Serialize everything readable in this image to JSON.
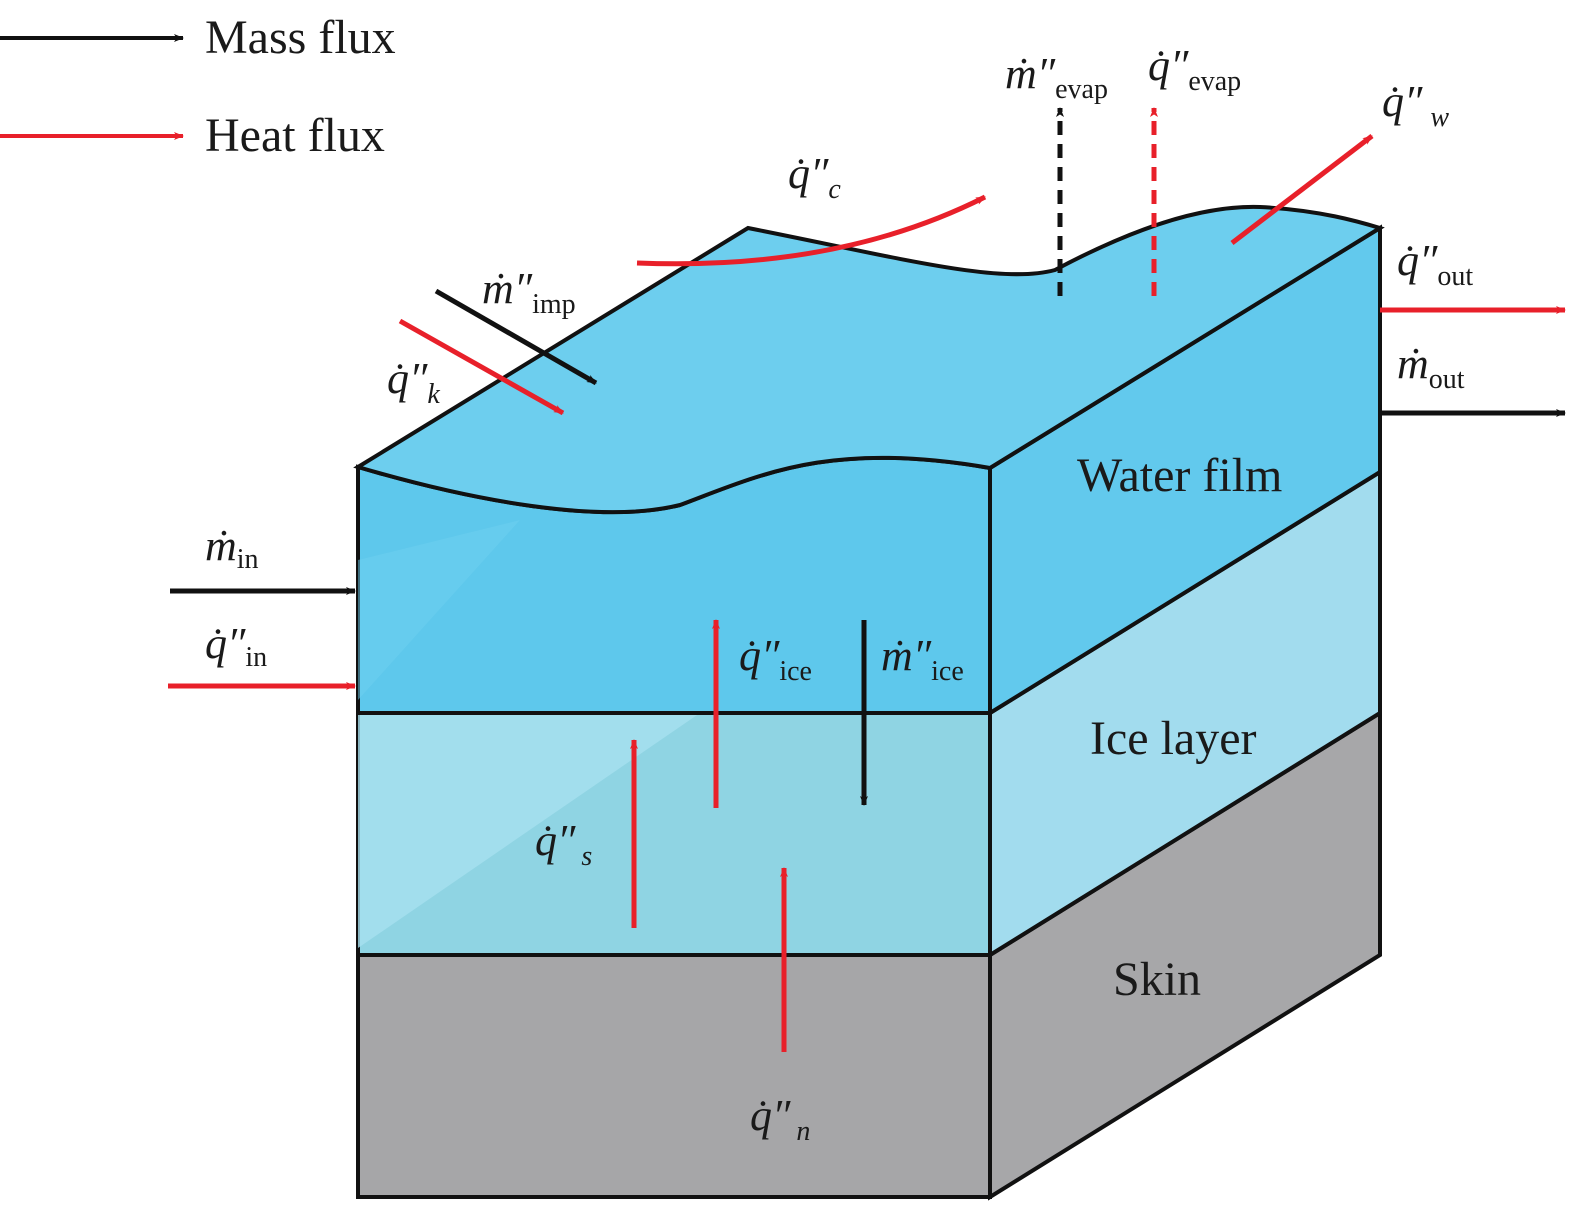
{
  "legend": {
    "mass_flux_label": "Mass flux",
    "heat_flux_label": "Heat flux",
    "mass_color": "#111111",
    "heat_color": "#e8202a"
  },
  "layers": {
    "water_film": "Water film",
    "ice_layer": "Ice layer",
    "skin": "Skin",
    "water_color": "#5ec8ec",
    "water_side_color": "#62c9ed",
    "ice_color": "#8fd4e3",
    "ice_side_color": "#a2dcee",
    "skin_color": "#a6a6a8",
    "skin_side_color": "#a7a7a9"
  },
  "fluxes": {
    "m_in": {
      "sym": "ṁ",
      "prime": "",
      "sub": "in"
    },
    "q_in": {
      "sym": "q̇",
      "prime": "″",
      "sub": "in"
    },
    "m_imp": {
      "sym": "ṁ",
      "prime": "″",
      "sub": "imp"
    },
    "q_k": {
      "sym": "q̇",
      "prime": "″",
      "sub": "k"
    },
    "q_c": {
      "sym": "q̇",
      "prime": "″",
      "sub": "c"
    },
    "m_evap": {
      "sym": "ṁ",
      "prime": "″",
      "sub": "evap"
    },
    "q_evap": {
      "sym": "q̇",
      "prime": "″",
      "sub": "evap"
    },
    "q_w": {
      "sym": "q̇",
      "prime": "″",
      "sub": "w"
    },
    "q_out": {
      "sym": "q̇",
      "prime": "″",
      "sub": "out"
    },
    "m_out": {
      "sym": "ṁ",
      "prime": "",
      "sub": "out"
    },
    "q_ice": {
      "sym": "q̇",
      "prime": "″",
      "sub": "ice"
    },
    "m_ice": {
      "sym": "ṁ",
      "prime": "″",
      "sub": "ice"
    },
    "q_s": {
      "sym": "q̇",
      "prime": "″",
      "sub": "s"
    },
    "q_n": {
      "sym": "q̇",
      "prime": "″",
      "sub": "n"
    }
  }
}
